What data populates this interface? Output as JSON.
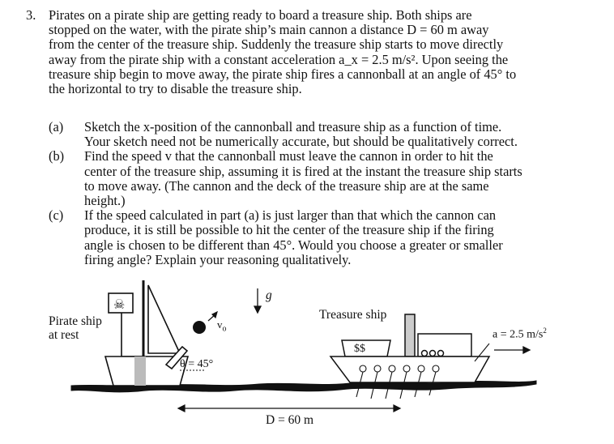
{
  "problem": {
    "number": "3.",
    "stem_lines": [
      "Pirates on a pirate ship are getting ready to board a treasure ship. Both ships are",
      "stopped on the water, with the pirate ship’s main cannon a distance D = 60 m away",
      "from the center of the treasure ship. Suddenly the treasure ship starts to move directly",
      "away from the pirate ship with a constant acceleration a_x = 2.5 m/s². Upon seeing the",
      "treasure ship begin to move away, the pirate ship fires a cannonball at an angle of 45° to",
      "the horizontal to try to disable the treasure ship."
    ],
    "parts": [
      {
        "label": "(a)",
        "lines": [
          "Sketch the x-position of the cannonball and treasure ship as a function of time.",
          "Your sketch need not be numerically accurate, but should be qualitatively correct."
        ]
      },
      {
        "label": "(b)",
        "lines": [
          "Find the speed v that the cannonball must leave the cannon in order to hit the",
          "center of the treasure ship, assuming it is fired at the instant the treasure ship starts",
          "to move away. (The cannon and the deck of the treasure ship are at the same",
          "height.)"
        ]
      },
      {
        "label": "(c)",
        "lines": [
          "If the speed calculated in part (a) is just larger than that which the cannon can",
          "produce, it is still be possible to hit the center of the treasure ship if the firing",
          "angle is chosen to be different than 45°. Would you choose a greater or smaller",
          "firing angle? Explain your reasoning qualitatively."
        ]
      }
    ]
  },
  "figure": {
    "pirate_label_line1": "Pirate ship",
    "pirate_label_line2": "at rest",
    "gravity_label": "g",
    "velocity_label": "v",
    "velocity_subscript": "o",
    "angle_label": "θ = 45°",
    "treasure_label": "Treasure ship",
    "money_label": "$$",
    "accel_label": "a = 2.5 m/s",
    "accel_superscript": "2",
    "distance_label": "D = 60 m",
    "flag_icon": "skull-flag-icon"
  }
}
